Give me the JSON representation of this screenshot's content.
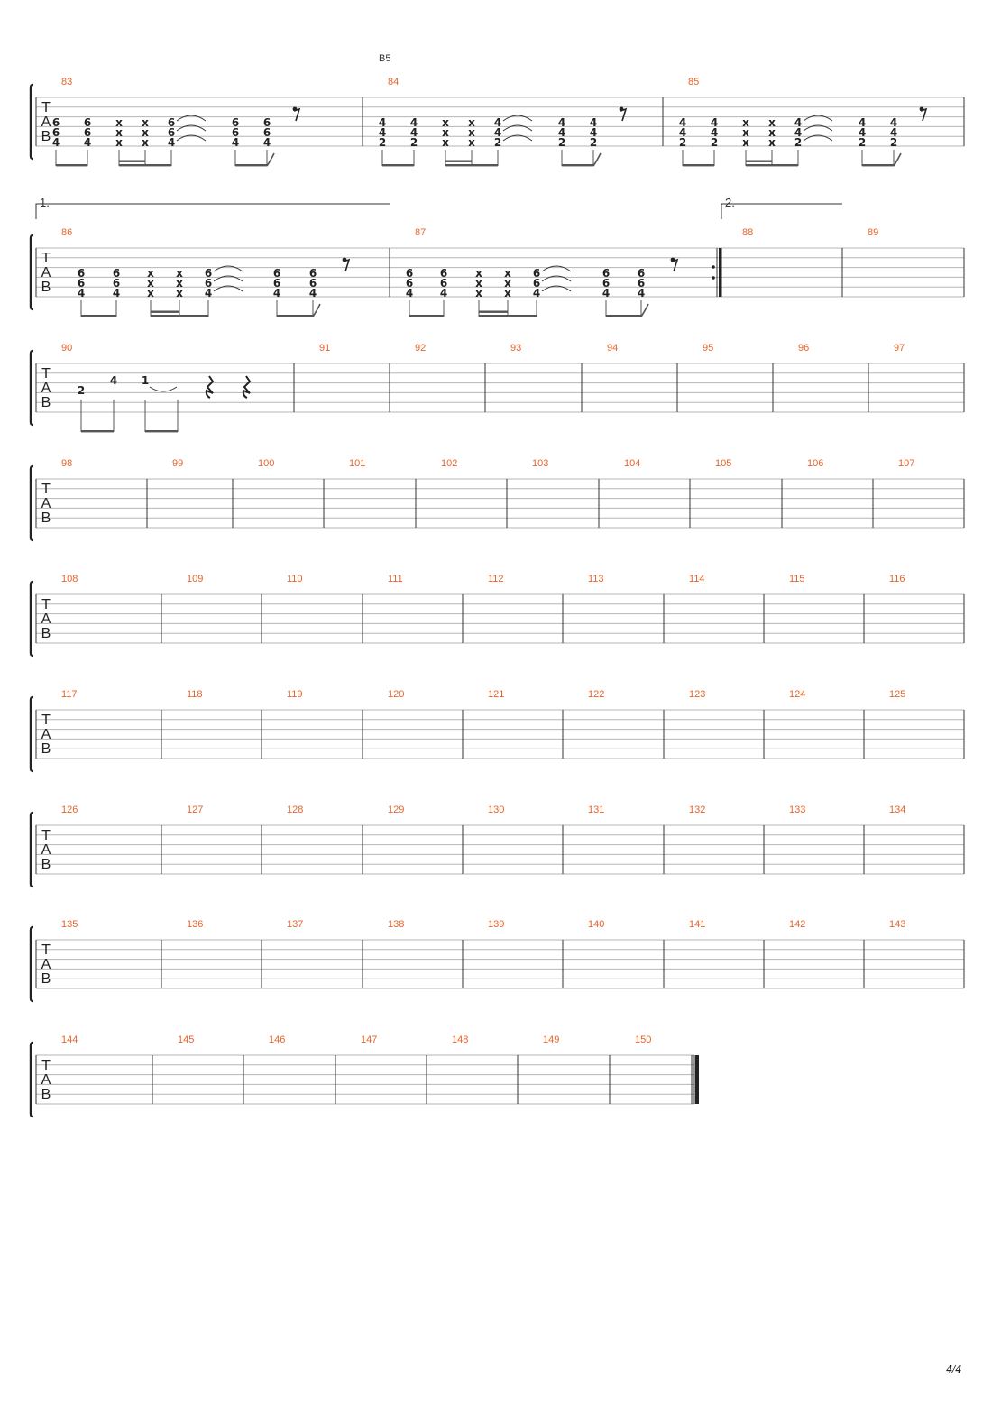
{
  "chord_label": "B5",
  "tab_clef": [
    "T",
    "A",
    "B"
  ],
  "page_number": "4/4",
  "volta_1": "1.",
  "volta_2": "2.",
  "systems": [
    {
      "measures": [
        {
          "number": "83",
          "beats": [
            {
              "frets": [
                "6",
                "6",
                "4"
              ]
            },
            {
              "frets": [
                "6",
                "6",
                "4"
              ]
            },
            {
              "frets": [
                "x",
                "x",
                "x"
              ]
            },
            {
              "frets": [
                "x",
                "x",
                "x"
              ]
            },
            {
              "frets": [
                "6",
                "6",
                "4"
              ],
              "tie": true
            },
            {
              "frets": [
                "6",
                "6",
                "4"
              ]
            },
            {
              "frets": [
                "6",
                "6",
                "4"
              ]
            },
            {
              "rest": "eighth"
            }
          ]
        },
        {
          "number": "84",
          "beats": [
            {
              "frets": [
                "4",
                "4",
                "2"
              ]
            },
            {
              "frets": [
                "4",
                "4",
                "2"
              ]
            },
            {
              "frets": [
                "x",
                "x",
                "x"
              ]
            },
            {
              "frets": [
                "x",
                "x",
                "x"
              ]
            },
            {
              "frets": [
                "4",
                "4",
                "2"
              ],
              "tie": true
            },
            {
              "frets": [
                "4",
                "4",
                "2"
              ]
            },
            {
              "frets": [
                "4",
                "4",
                "2"
              ]
            },
            {
              "rest": "eighth"
            }
          ]
        },
        {
          "number": "85",
          "beats": [
            {
              "frets": [
                "4",
                "4",
                "2"
              ]
            },
            {
              "frets": [
                "4",
                "4",
                "2"
              ]
            },
            {
              "frets": [
                "x",
                "x",
                "x"
              ]
            },
            {
              "frets": [
                "x",
                "x",
                "x"
              ]
            },
            {
              "frets": [
                "4",
                "4",
                "2"
              ],
              "tie": true
            },
            {
              "frets": [
                "4",
                "4",
                "2"
              ]
            },
            {
              "frets": [
                "4",
                "4",
                "2"
              ]
            },
            {
              "rest": "eighth"
            }
          ]
        }
      ]
    },
    {
      "measures": [
        {
          "number": "86",
          "beats": [
            {
              "frets": [
                "6",
                "6",
                "4"
              ]
            },
            {
              "frets": [
                "6",
                "6",
                "4"
              ]
            },
            {
              "frets": [
                "x",
                "x",
                "x"
              ]
            },
            {
              "frets": [
                "x",
                "x",
                "x"
              ]
            },
            {
              "frets": [
                "6",
                "6",
                "4"
              ],
              "tie": true
            },
            {
              "frets": [
                "6",
                "6",
                "4"
              ]
            },
            {
              "frets": [
                "6",
                "6",
                "4"
              ]
            },
            {
              "rest": "eighth"
            }
          ]
        },
        {
          "number": "87",
          "beats": [
            {
              "frets": [
                "6",
                "6",
                "4"
              ]
            },
            {
              "frets": [
                "6",
                "6",
                "4"
              ]
            },
            {
              "frets": [
                "x",
                "x",
                "x"
              ]
            },
            {
              "frets": [
                "x",
                "x",
                "x"
              ]
            },
            {
              "frets": [
                "6",
                "6",
                "4"
              ],
              "tie": true
            },
            {
              "frets": [
                "6",
                "6",
                "4"
              ]
            },
            {
              "frets": [
                "6",
                "6",
                "4"
              ]
            },
            {
              "rest": "eighth"
            }
          ]
        },
        {
          "number": "88"
        },
        {
          "number": "89"
        }
      ]
    },
    {
      "measures": [
        {
          "number": "90",
          "notes": [
            "2",
            "4",
            "1"
          ]
        },
        {
          "number": "91"
        },
        {
          "number": "92"
        },
        {
          "number": "93"
        },
        {
          "number": "94"
        },
        {
          "number": "95"
        },
        {
          "number": "96"
        },
        {
          "number": "97"
        }
      ]
    },
    {
      "measures": [
        {
          "number": "98"
        },
        {
          "number": "99"
        },
        {
          "number": "100"
        },
        {
          "number": "101"
        },
        {
          "number": "102"
        },
        {
          "number": "103"
        },
        {
          "number": "104"
        },
        {
          "number": "105"
        },
        {
          "number": "106"
        },
        {
          "number": "107"
        }
      ]
    },
    {
      "measures": [
        {
          "number": "108"
        },
        {
          "number": "109"
        },
        {
          "number": "110"
        },
        {
          "number": "111"
        },
        {
          "number": "112"
        },
        {
          "number": "113"
        },
        {
          "number": "114"
        },
        {
          "number": "115"
        },
        {
          "number": "116"
        }
      ]
    },
    {
      "measures": [
        {
          "number": "117"
        },
        {
          "number": "118"
        },
        {
          "number": "119"
        },
        {
          "number": "120"
        },
        {
          "number": "121"
        },
        {
          "number": "122"
        },
        {
          "number": "123"
        },
        {
          "number": "124"
        },
        {
          "number": "125"
        }
      ]
    },
    {
      "measures": [
        {
          "number": "126"
        },
        {
          "number": "127"
        },
        {
          "number": "128"
        },
        {
          "number": "129"
        },
        {
          "number": "130"
        },
        {
          "number": "131"
        },
        {
          "number": "132"
        },
        {
          "number": "133"
        },
        {
          "number": "134"
        }
      ]
    },
    {
      "measures": [
        {
          "number": "135"
        },
        {
          "number": "136"
        },
        {
          "number": "137"
        },
        {
          "number": "138"
        },
        {
          "number": "139"
        },
        {
          "number": "140"
        },
        {
          "number": "141"
        },
        {
          "number": "142"
        },
        {
          "number": "143"
        }
      ]
    },
    {
      "measures": [
        {
          "number": "144"
        },
        {
          "number": "145"
        },
        {
          "number": "146"
        },
        {
          "number": "147"
        },
        {
          "number": "148"
        },
        {
          "number": "149"
        },
        {
          "number": "150"
        }
      ]
    }
  ]
}
